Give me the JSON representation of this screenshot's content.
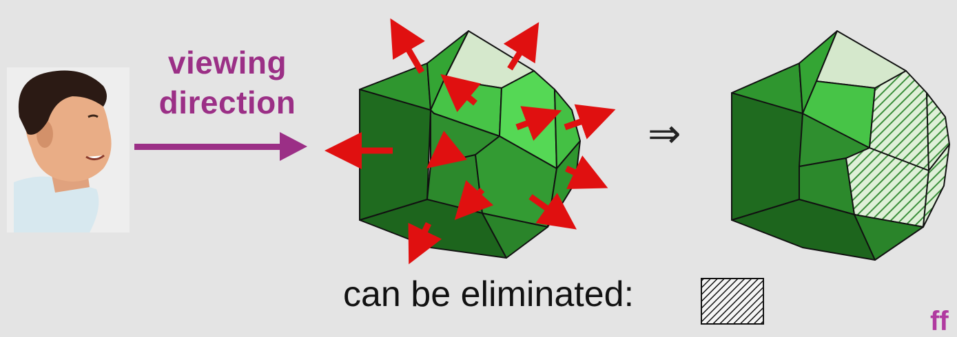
{
  "diagram": {
    "label_line1": "viewing",
    "label_line2": "direction",
    "caption": "can be eliminated:",
    "implies_symbol": "⇒",
    "logo_glyph": "ff",
    "colors": {
      "label": "#9b2f86",
      "arrow": "#e01010",
      "face_dark": "#1f6b1f",
      "face_mid": "#2f9a2f",
      "face_light": "#4fd24f",
      "face_pale": "#d9e9cf"
    },
    "icons": [
      "person-photo",
      "viewing-arrow",
      "normal-arrows",
      "hatched-swatch"
    ]
  }
}
